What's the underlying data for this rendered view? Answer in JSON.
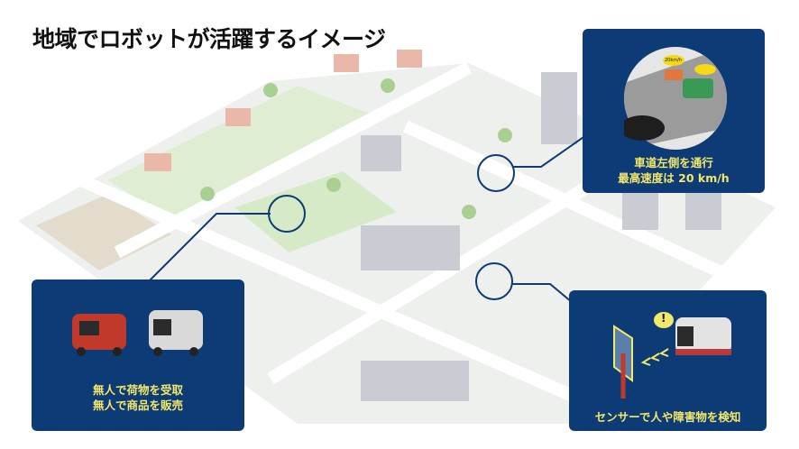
{
  "title": "地域でロボットが活躍するイメージ",
  "panels": {
    "delivery": {
      "line1": "無人で荷物を受取",
      "line2": "無人で商品を販売"
    },
    "road": {
      "line1": "車道左側を通行",
      "line2": "最高速度は 20 km/h",
      "speed_badge": "20km/h"
    },
    "sensor": {
      "line1": "センサーで人や障害物を検知",
      "alert": "!"
    }
  },
  "colors": {
    "panel": "#0d3b75",
    "caption": "#f3e86a",
    "road": "#ffffff",
    "ground": "#eef0ee",
    "green": "#cfe3c0"
  }
}
